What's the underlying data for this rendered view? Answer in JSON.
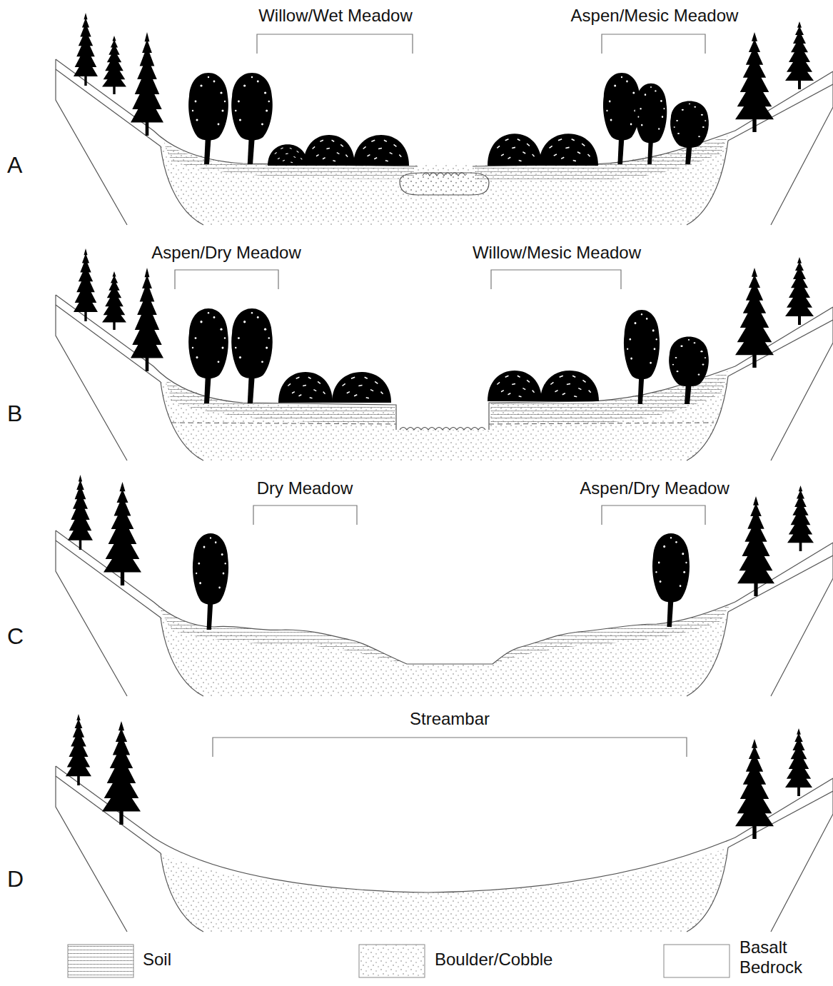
{
  "diagram": {
    "labels": [
      "Willow/Wet Meadow",
      "Aspen/Mesic Meadow",
      "A",
      "Aspen/Dry Meadow",
      "Willow/Mesic Meadow",
      "B",
      "Dry Meadow",
      "Aspen/Dry Meadow",
      "C",
      "Streambar",
      "D"
    ],
    "legend": [
      {
        "text": "Soil"
      },
      {
        "text": "Boulder/Cobble"
      },
      {
        "text": "Basalt Bedrock"
      }
    ]
  }
}
